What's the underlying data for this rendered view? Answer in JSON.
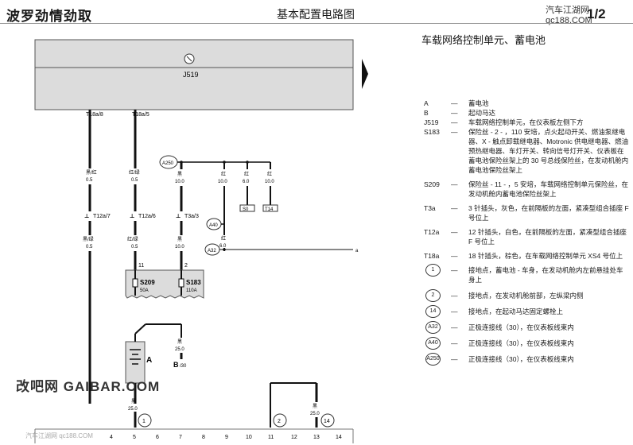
{
  "header": {
    "title_left": "波罗劲情劲取",
    "title_center": "基本配置电路图",
    "site_text": "汽车江湖网 qc188.COM",
    "page_label": "1/2"
  },
  "section_title": "车载网络控制单元、蓄电池",
  "module": {
    "name": "J519"
  },
  "wires": {
    "left_pin": "T18a/8",
    "mid_pin": "T18a/5",
    "w1_color": "黑/红",
    "w1_size": "0.5",
    "w2_color": "红/绿",
    "w2_size": "0.5",
    "w3_color": "黑",
    "w3_size": "10.0",
    "w4_color": "红",
    "w4_size": "10.0",
    "w5_color": "红",
    "w5_size": "6.0",
    "w6_color": "红",
    "w6_size": "10.0",
    "w7_color": "红",
    "w7_size": "6.0",
    "w8_color": "黑/绿",
    "w8_size": "0.5",
    "w9_color": "红/绿",
    "w9_size": "0.5",
    "w10_color": "黑",
    "w10_size": "10.0",
    "w11_color": "黑",
    "w11_size": "25.0",
    "w12_color": "黑",
    "w12_size": "25.0",
    "w13_color": "黑",
    "w13_size": "25.0",
    "t12_left": "T12a/7",
    "t12_mid": "T12a/6",
    "t3": "T3a/3",
    "ref_box_1": "S0",
    "ref_box_2": "T14"
  },
  "connectors": {
    "a250": "A250",
    "a40": "A40",
    "a32": "A32",
    "s209": "S209",
    "s209_val": "50A",
    "s183": "S183",
    "s183_val": "110A",
    "pin_11": "11",
    "pin_2": "2",
    "battery": "A",
    "starter": "B",
    "starter_sub": "/30",
    "ground_1": "1",
    "ground_2": "2",
    "ground_14": "14",
    "out_mark": "a"
  },
  "bottom_scale": [
    "4",
    "5",
    "6",
    "7",
    "8",
    "9",
    "10",
    "11",
    "12",
    "13",
    "14"
  ],
  "legend": [
    {
      "code": "A",
      "text": "蓄电池"
    },
    {
      "code": "B",
      "text": "起动马达"
    },
    {
      "code": "J519",
      "text": "车载网络控制单元，在仪表板左侧下方"
    },
    {
      "code": "S183",
      "text": "保险丝 - 2 - ，110 安培，点火起动开关、燃油泵继电器、X - 触点卸载继电器、Motronic 供电继电器、燃油预热继电器、车灯开关、转向信号灯开关、仪表板在蓄电池保险丝架上的 30 号总线保险丝，在发动机舱内蓄电池保险丝架上"
    },
    {
      "code": "S209",
      "text": "保险丝 - 11 - ，5 安培，车载网络控制单元保险丝，在发动机舱内蓄电池保险丝架上"
    },
    {
      "code": "T3a",
      "text": "3 针插头，灰色，在前隔板的左面，紧凑型组合插座 F 号位上"
    },
    {
      "code": "T12a",
      "text": "12 针插头，白色，在前隔板的左面，紧凑型组合插座 F 号位上"
    },
    {
      "code": "T18a",
      "text": "18 针插头，棕色，在车载网络控制单元 XS4 号位上"
    }
  ],
  "legend_circles": [
    {
      "code": "1",
      "text": "接地点，蓄电池 - 车身，在发动机舱内左前悬挂处车身上"
    },
    {
      "code": "2",
      "text": "接地点，在发动机舱前部，左纵梁内侧"
    },
    {
      "code": "14",
      "text": "接地点，在起动马达固定螺栓上"
    },
    {
      "code": "A32",
      "text": "正极连接线（30），在仪表板线束内"
    },
    {
      "code": "A40",
      "text": "正极连接线（30），在仪表板线束内"
    },
    {
      "code": "A250",
      "text": "正极连接线（30），在仪表板线束内"
    }
  ],
  "watermark": "改吧网 GAIBAR.COM",
  "watermark_small": "汽车江湖网 qc188.COM"
}
